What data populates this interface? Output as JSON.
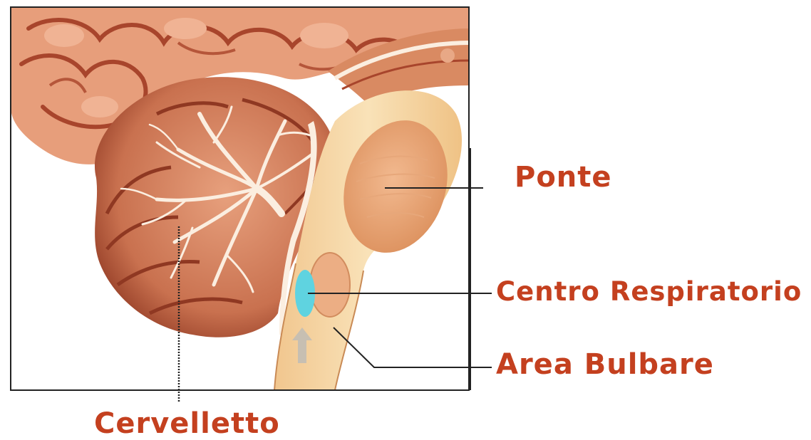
{
  "diagram": {
    "labels": {
      "ponte": "Ponte",
      "centro_respiratorio": "Centro Respiratorio",
      "area_bulbare": "Area Bulbare",
      "cervelletto": "Cervelletto"
    },
    "colors": {
      "label_text": "#c4401f",
      "leader_lines": "#222222",
      "frame": "#222222",
      "respiratory_center": "#5fd3e0",
      "brain_tissue": "#e9a27a",
      "brain_dark": "#a8452c",
      "brainstem": "#f7d9a6",
      "white_matter": "#fbeee0"
    }
  }
}
